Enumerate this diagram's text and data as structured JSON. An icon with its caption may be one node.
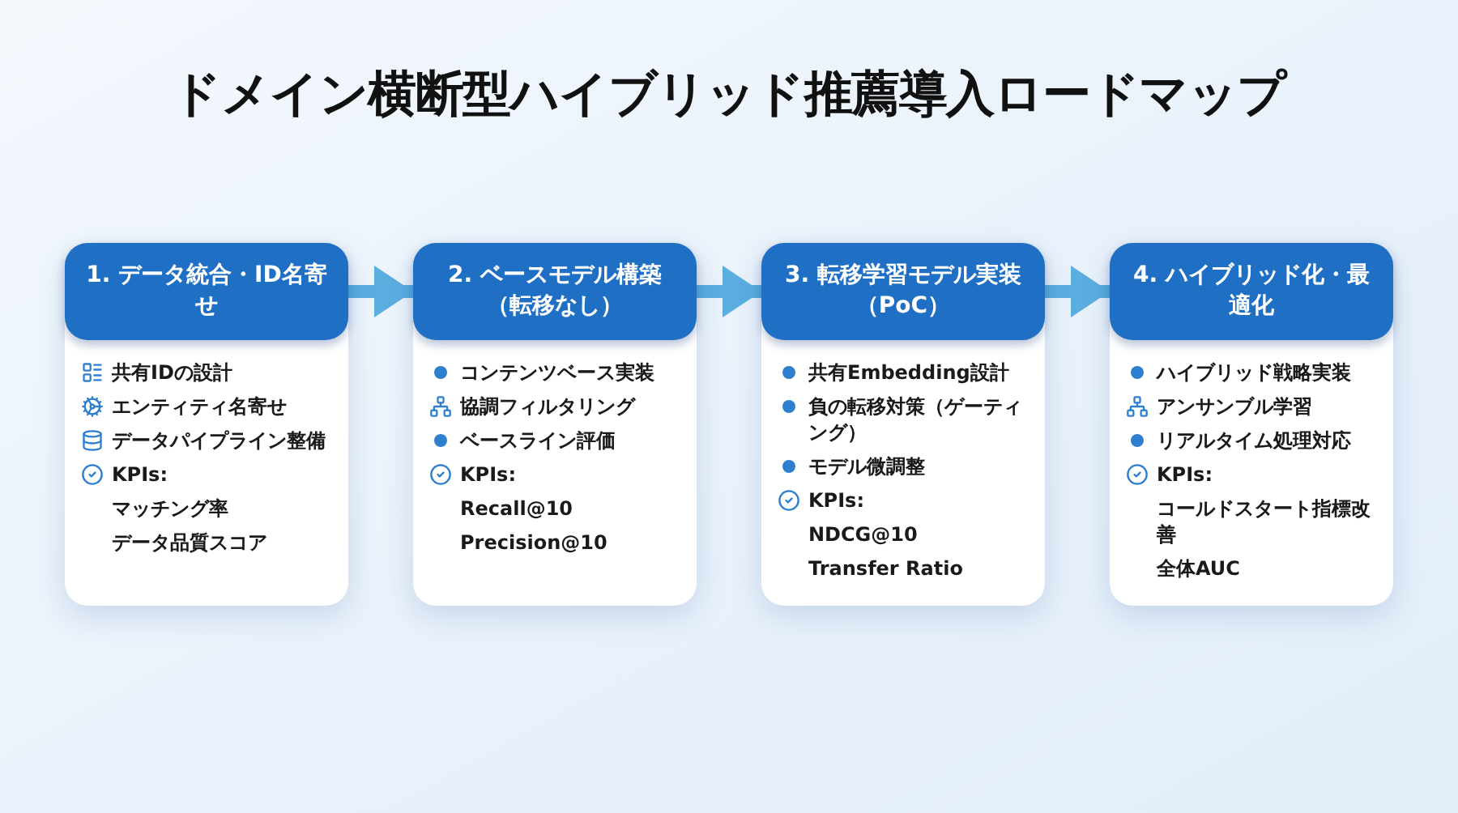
{
  "diagram": {
    "title": "ドメイン横断型ハイブリッド推薦導入ロードマップ",
    "nodes": [
      {
        "text": [
          "1. データ統合・ID名寄せ",
          "共有IDの設計",
          "エンティティ名寄せ",
          "データパイプライン整備",
          "KPIs:",
          "マッチング率",
          "データ品質スコア"
        ]
      },
      {
        "text": [
          "2. ベースモデル構築（転移なし）",
          "コンテンツベース実装",
          "協調フィルタリング",
          "ベースライン評価",
          "KPIs:",
          "Recall@10",
          "Precision@10"
        ]
      },
      {
        "text": [
          "3. 転移学習モデル実装（PoC）",
          "共有Embedding設計",
          "負の転移対策（ゲーティング）",
          "モデル微調整",
          "KPIs:",
          "NDCG@10",
          "Transfer Ratio"
        ]
      },
      {
        "text": [
          "4. ハイブリッド化・最適化",
          "ハイブリッド戦略実装",
          "アンサンブル学習",
          "リアルタイム処理対応",
          "KPIs:",
          "コールドスタート指標改善",
          "全体AUC"
        ]
      }
    ],
    "edges": [
      {
        "from": 0,
        "to": 1,
        "arrow": "to"
      },
      {
        "from": 1,
        "to": 2,
        "arrow": "to"
      },
      {
        "from": 2,
        "to": 3,
        "arrow": "to"
      }
    ]
  }
}
